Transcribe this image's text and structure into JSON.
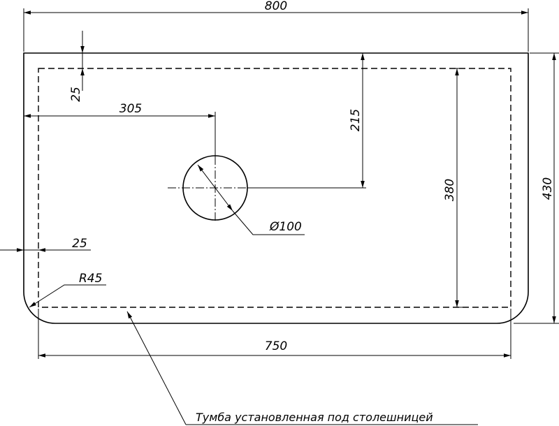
{
  "dimensions": {
    "overall_width": "800",
    "overall_height": "430",
    "inner_width": "750",
    "inner_height": "380",
    "top_offset": "25",
    "left_offset": "25",
    "hole_x": "305",
    "hole_y": "215",
    "hole_diameter": "Ø100",
    "corner_radius": "R45"
  },
  "caption": "Тумба установленная под столешницей"
}
